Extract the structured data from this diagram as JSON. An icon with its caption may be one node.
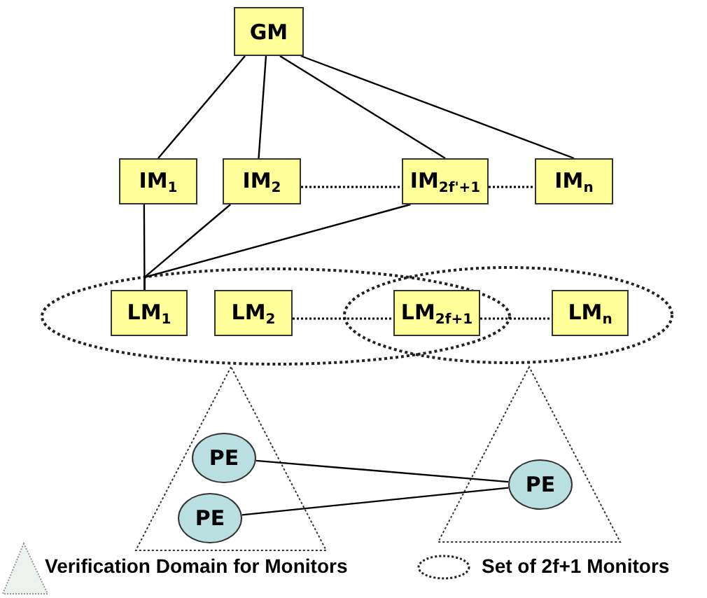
{
  "diagram": {
    "nodes": [
      {
        "text": [
          "GM"
        ]
      },
      {
        "text": [
          "IM$_{1}$"
        ]
      },
      {
        "text": [
          "IM$_{2}$"
        ]
      },
      {
        "text": [
          "IM$_{2f'+1}$"
        ]
      },
      {
        "text": [
          "IM$_{n}$"
        ]
      },
      {
        "text": [
          "LM$_{1}$"
        ]
      },
      {
        "text": [
          "LM$_{2}$"
        ]
      },
      {
        "text": [
          "LM$_{2f+1}$"
        ]
      },
      {
        "text": [
          "LM$_{n}$"
        ]
      },
      {
        "text": [
          "PE"
        ]
      },
      {
        "text": [
          "PE"
        ]
      },
      {
        "text": [
          "PE"
        ]
      }
    ],
    "edges": [
      {
        "from": 0,
        "to": 1,
        "arrow": "none"
      },
      {
        "from": 0,
        "to": 2,
        "arrow": "none"
      },
      {
        "from": 0,
        "to": 3,
        "arrow": "none"
      },
      {
        "from": 0,
        "to": 4,
        "arrow": "none"
      },
      {
        "from": 2,
        "to": 3,
        "arrow": "none",
        "style": "dashed"
      },
      {
        "from": 3,
        "to": 4,
        "arrow": "none",
        "style": "dashed"
      },
      {
        "from": 1,
        "to": 5,
        "arrow": "none"
      },
      {
        "from": 2,
        "to": 5,
        "arrow": "none"
      },
      {
        "from": 3,
        "to": 5,
        "arrow": "none"
      },
      {
        "from": 6,
        "to": 7,
        "arrow": "none",
        "style": "dashed"
      },
      {
        "from": 7,
        "to": 8,
        "arrow": "none",
        "style": "dashed"
      },
      {
        "from": 9,
        "to": 11,
        "arrow": "none"
      },
      {
        "from": 10,
        "to": 11,
        "arrow": "none"
      }
    ],
    "legend": [
      {
        "text": "Verification Domain for Monitors"
      },
      {
        "text": "Set of 2f+1 Monitors"
      }
    ]
  }
}
